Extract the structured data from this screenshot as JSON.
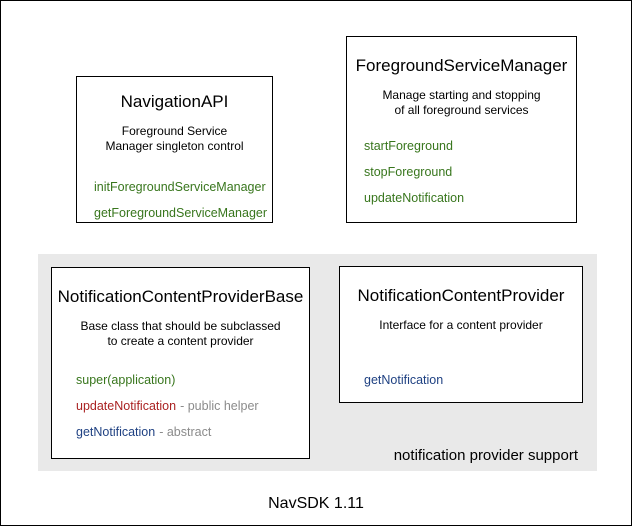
{
  "page": {
    "caption": "NavSDK 1.11"
  },
  "colors": {
    "method_green": "#38761d",
    "method_red": "#aa2222",
    "method_blue": "#1f4182",
    "annotation_gray": "#8b8b8b",
    "panel_background": "#e9e9e9",
    "box_border": "#000000",
    "page_background": "#ffffff"
  },
  "boxes": {
    "navigation_api": {
      "title": "NavigationAPI",
      "description": [
        "Foreground Service",
        "Manager singleton control"
      ],
      "methods": [
        {
          "name": "initForegroundServiceManager"
        },
        {
          "name": "getForegroundServiceManager"
        }
      ]
    },
    "foreground_service_manager": {
      "title": "ForegroundServiceManager",
      "description": [
        "Manage starting and stopping",
        "of all foreground services"
      ],
      "methods": [
        {
          "name": "startForeground"
        },
        {
          "name": "stopForeground"
        },
        {
          "name": "updateNotification"
        }
      ]
    },
    "notification_content_provider_base": {
      "title": "NotificationContentProviderBase",
      "description": [
        "Base class that should be subclassed",
        "to create a content provider"
      ],
      "methods": [
        {
          "name": "super(application)",
          "annotation": ""
        },
        {
          "name": "updateNotification",
          "annotation": "- public helper"
        },
        {
          "name": "getNotification",
          "annotation": "- abstract"
        }
      ]
    },
    "notification_content_provider": {
      "title": "NotificationContentProvider",
      "description": [
        "Interface for a content provider"
      ],
      "methods": [
        {
          "name": "getNotification"
        }
      ]
    }
  },
  "panel": {
    "label": "notification provider support"
  }
}
